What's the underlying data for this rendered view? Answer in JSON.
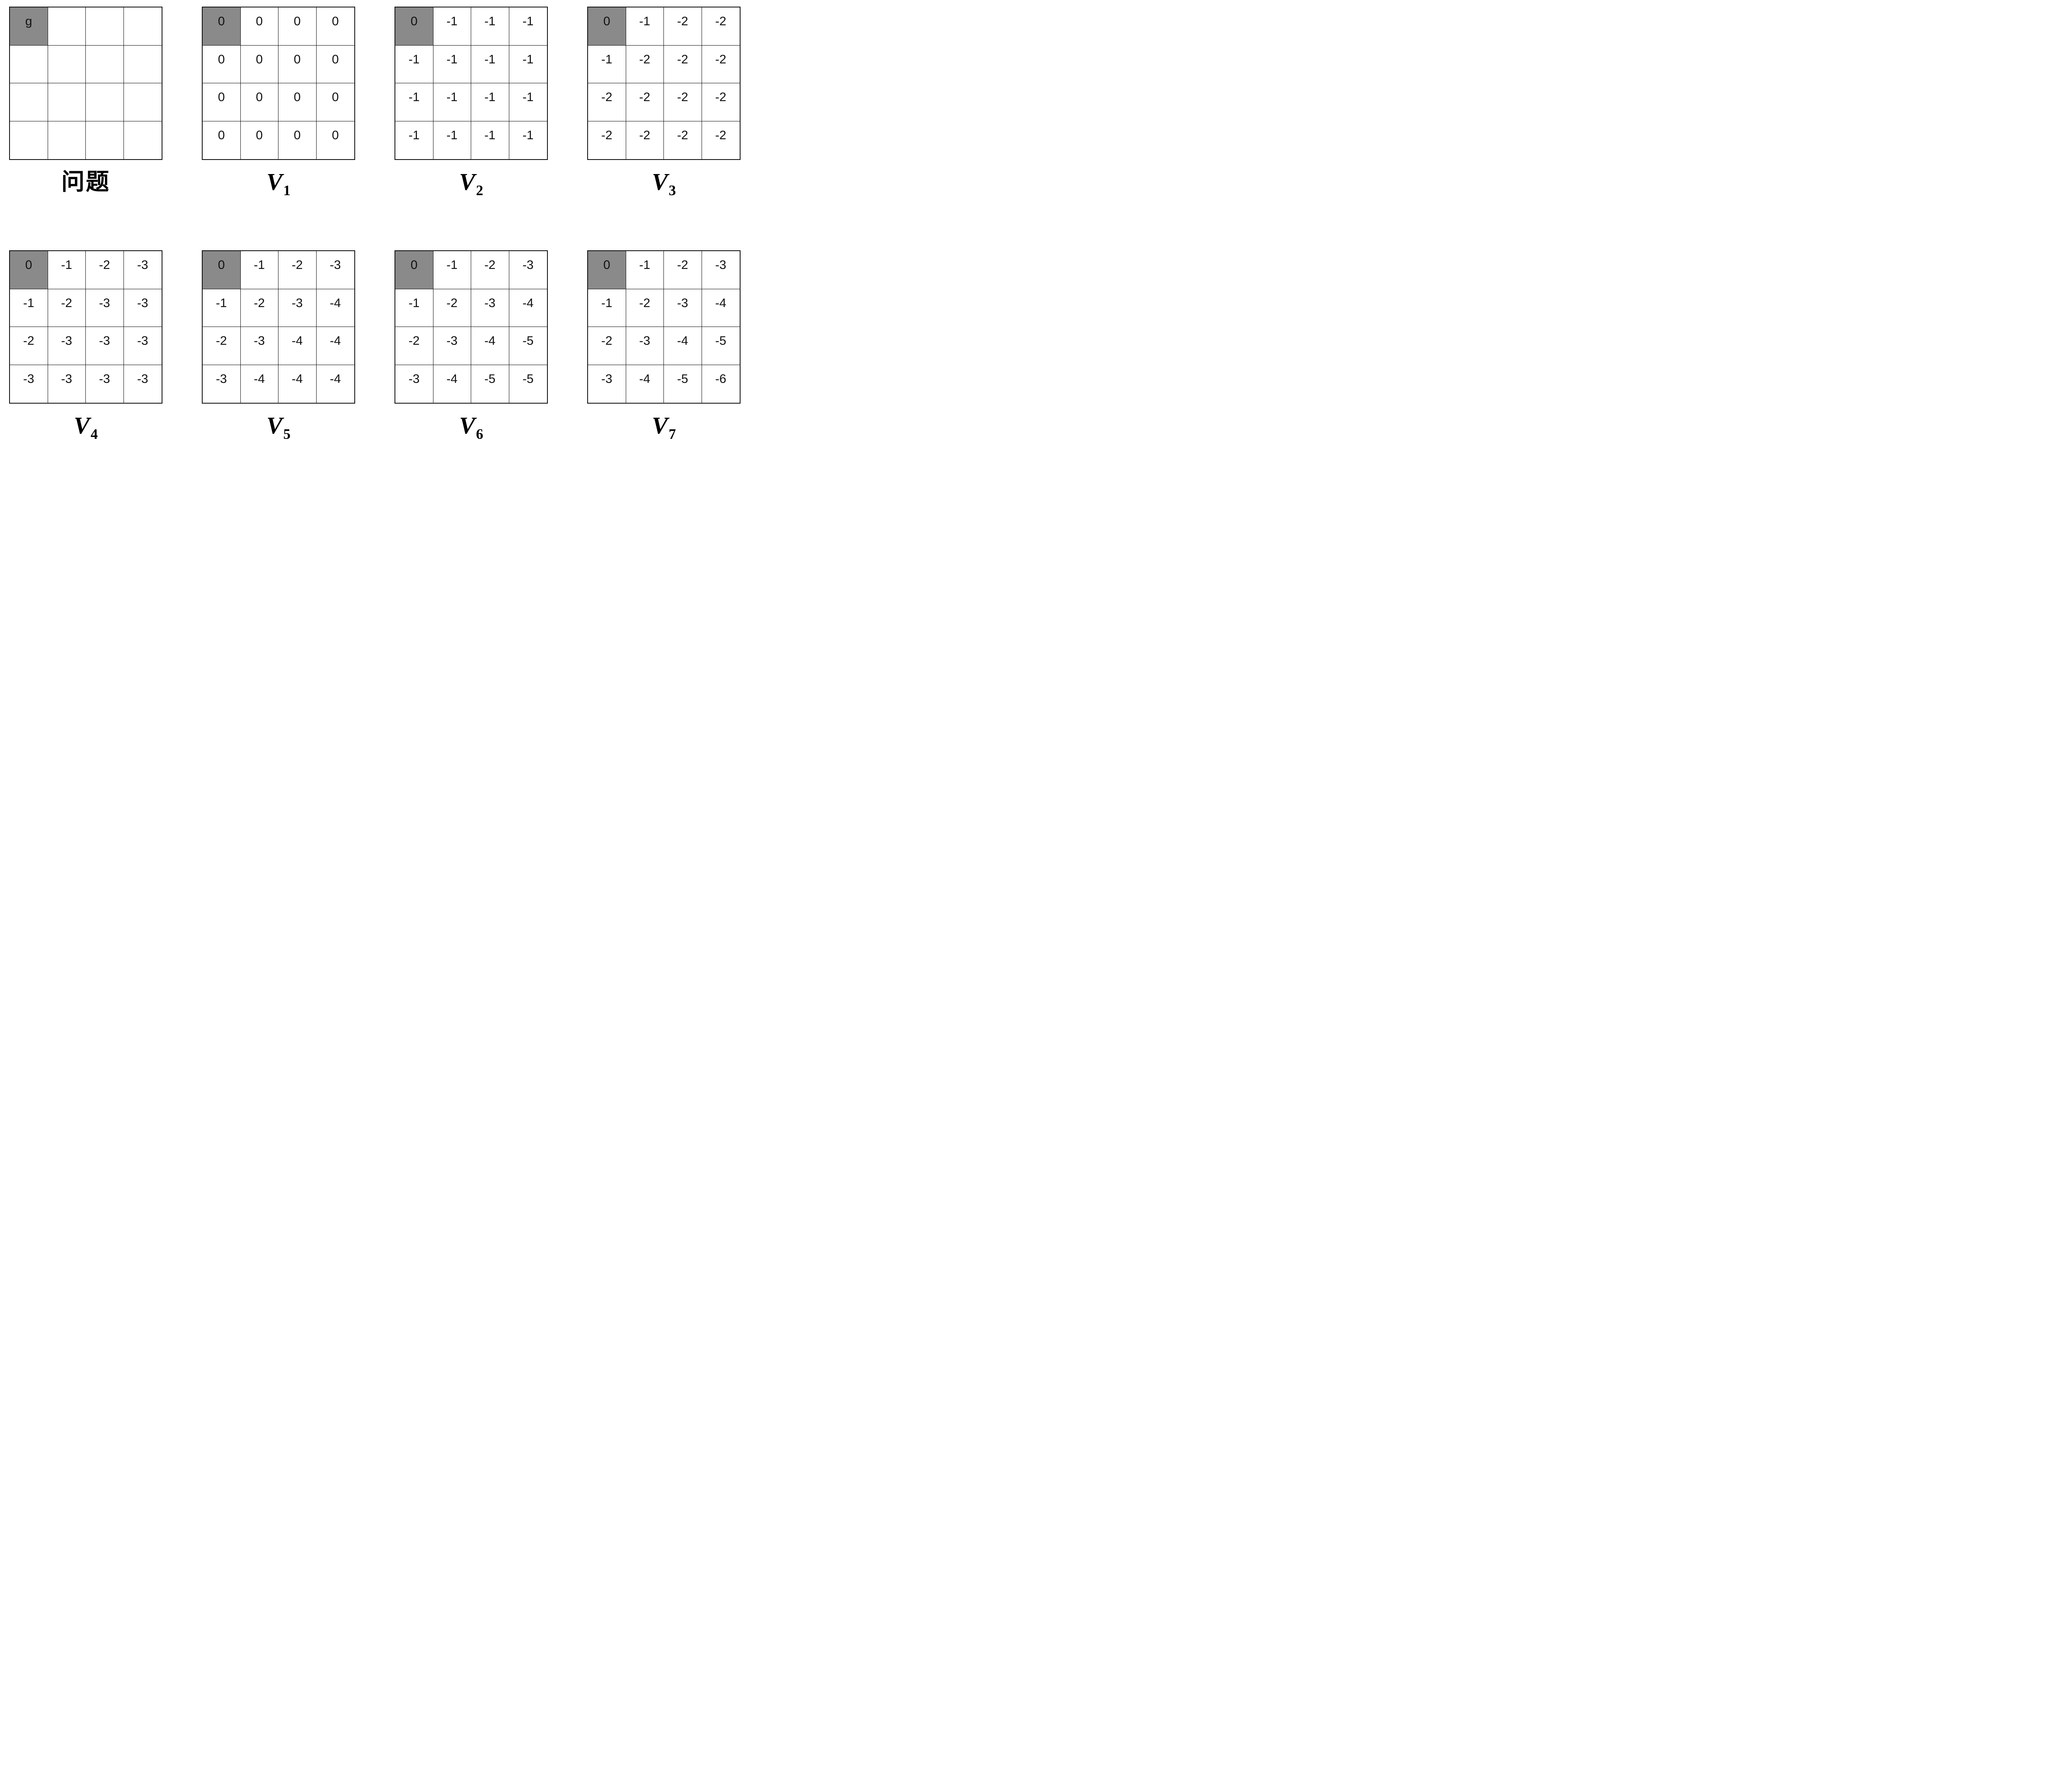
{
  "diagram_type": "gridworld-value-iteration",
  "colors": {
    "goal_fill": "#8a8a8a",
    "line": "#111111",
    "background": "#ffffff",
    "text": "#111111"
  },
  "goal_cell_marker": "g",
  "rows": [
    [
      0,
      1,
      2,
      3
    ],
    [
      4,
      5,
      6,
      7
    ]
  ],
  "grids": [
    {
      "id": "problem",
      "label": "问题",
      "cells": [
        [
          "g",
          "",
          "",
          ""
        ],
        [
          "",
          "",
          "",
          ""
        ],
        [
          "",
          "",
          "",
          ""
        ],
        [
          "",
          "",
          "",
          ""
        ]
      ]
    },
    {
      "id": "V1",
      "label_base": "V",
      "label_sub": "1",
      "cells": [
        [
          "0",
          "0",
          "0",
          "0"
        ],
        [
          "0",
          "0",
          "0",
          "0"
        ],
        [
          "0",
          "0",
          "0",
          "0"
        ],
        [
          "0",
          "0",
          "0",
          "0"
        ]
      ]
    },
    {
      "id": "V2",
      "label_base": "V",
      "label_sub": "2",
      "cells": [
        [
          "0",
          "-1",
          "-1",
          "-1"
        ],
        [
          "-1",
          "-1",
          "-1",
          "-1"
        ],
        [
          "-1",
          "-1",
          "-1",
          "-1"
        ],
        [
          "-1",
          "-1",
          "-1",
          "-1"
        ]
      ]
    },
    {
      "id": "V3",
      "label_base": "V",
      "label_sub": "3",
      "cells": [
        [
          "0",
          "-1",
          "-2",
          "-2"
        ],
        [
          "-1",
          "-2",
          "-2",
          "-2"
        ],
        [
          "-2",
          "-2",
          "-2",
          "-2"
        ],
        [
          "-2",
          "-2",
          "-2",
          "-2"
        ]
      ]
    },
    {
      "id": "V4",
      "label_base": "V",
      "label_sub": "4",
      "cells": [
        [
          "0",
          "-1",
          "-2",
          "-3"
        ],
        [
          "-1",
          "-2",
          "-3",
          "-3"
        ],
        [
          "-2",
          "-3",
          "-3",
          "-3"
        ],
        [
          "-3",
          "-3",
          "-3",
          "-3"
        ]
      ]
    },
    {
      "id": "V5",
      "label_base": "V",
      "label_sub": "5",
      "cells": [
        [
          "0",
          "-1",
          "-2",
          "-3"
        ],
        [
          "-1",
          "-2",
          "-3",
          "-4"
        ],
        [
          "-2",
          "-3",
          "-4",
          "-4"
        ],
        [
          "-3",
          "-4",
          "-4",
          "-4"
        ]
      ]
    },
    {
      "id": "V6",
      "label_base": "V",
      "label_sub": "6",
      "cells": [
        [
          "0",
          "-1",
          "-2",
          "-3"
        ],
        [
          "-1",
          "-2",
          "-3",
          "-4"
        ],
        [
          "-2",
          "-3",
          "-4",
          "-5"
        ],
        [
          "-3",
          "-4",
          "-5",
          "-5"
        ]
      ]
    },
    {
      "id": "V7",
      "label_base": "V",
      "label_sub": "7",
      "cells": [
        [
          "0",
          "-1",
          "-2",
          "-3"
        ],
        [
          "-1",
          "-2",
          "-3",
          "-4"
        ],
        [
          "-2",
          "-3",
          "-4",
          "-5"
        ],
        [
          "-3",
          "-4",
          "-5",
          "-6"
        ]
      ]
    }
  ]
}
